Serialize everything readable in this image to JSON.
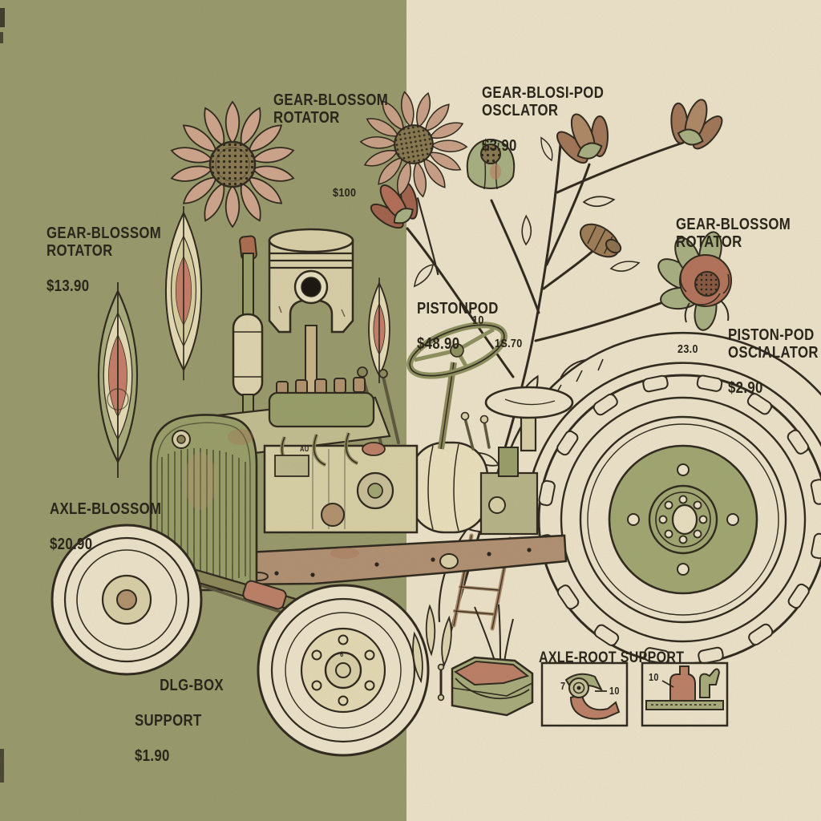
{
  "poster": {
    "style": {
      "left_bg": "#9a9b6d",
      "right_bg": "#ece3c9",
      "ink": "#332c20",
      "text_ink": "#2b261b",
      "accent_rose": "#c57f6a",
      "accent_olive": "#a9ad7c",
      "accent_rust": "#ad6f52",
      "wheel_disc_olive": "#a2a873"
    },
    "labels": {
      "top_center": {
        "name": "GEAR-BLOSSOM\nROTATOR"
      },
      "top_right": {
        "name": "GEAR-BLOSI-POD\nOSCLATOR",
        "price": "$3.90"
      },
      "left_rotator": {
        "name": "GEAR-BLOSSOM\nROTATOR",
        "price": "$13.90"
      },
      "right_rotator": {
        "name": "GEAR-BLOSSOM\nROTATOR"
      },
      "pistonpod": {
        "name": "PISTONPOD",
        "price": "$48.90"
      },
      "piston_pod_oscialator": {
        "name": "PISTON-POD\nOSCIALATOR",
        "price": "$2.90"
      },
      "axle_blossom": {
        "name": "AXLE-BLOSSOM",
        "price": "$20.90"
      },
      "dlg_box": {
        "line1": "DLG-BOX",
        "line2": "SUPPORT",
        "line3": "$1.90"
      },
      "axle_root": {
        "name": "AXLE-ROOT SUPPORT"
      }
    },
    "annotations": {
      "piston_price": "$100",
      "num_left": "10",
      "num_mid": "1S.70",
      "num_right": "23.0",
      "box1_num_a": "7",
      "box1_num_b": "10",
      "box2_num": "10",
      "hood_mark": "AU",
      "hub_mark": "6"
    },
    "illustrations": [
      "sunflower-left",
      "sunflower-right",
      "seed-pods",
      "piston",
      "exhaust-muffler",
      "tractor",
      "rear-wheel",
      "fender",
      "front-wheels",
      "steering-wheel",
      "seat",
      "branch-plant",
      "tulip-pods",
      "rose-blossom",
      "root-tray",
      "willow-leaves",
      "detail-box-axle-elbow",
      "detail-box-rail-clamp"
    ]
  }
}
